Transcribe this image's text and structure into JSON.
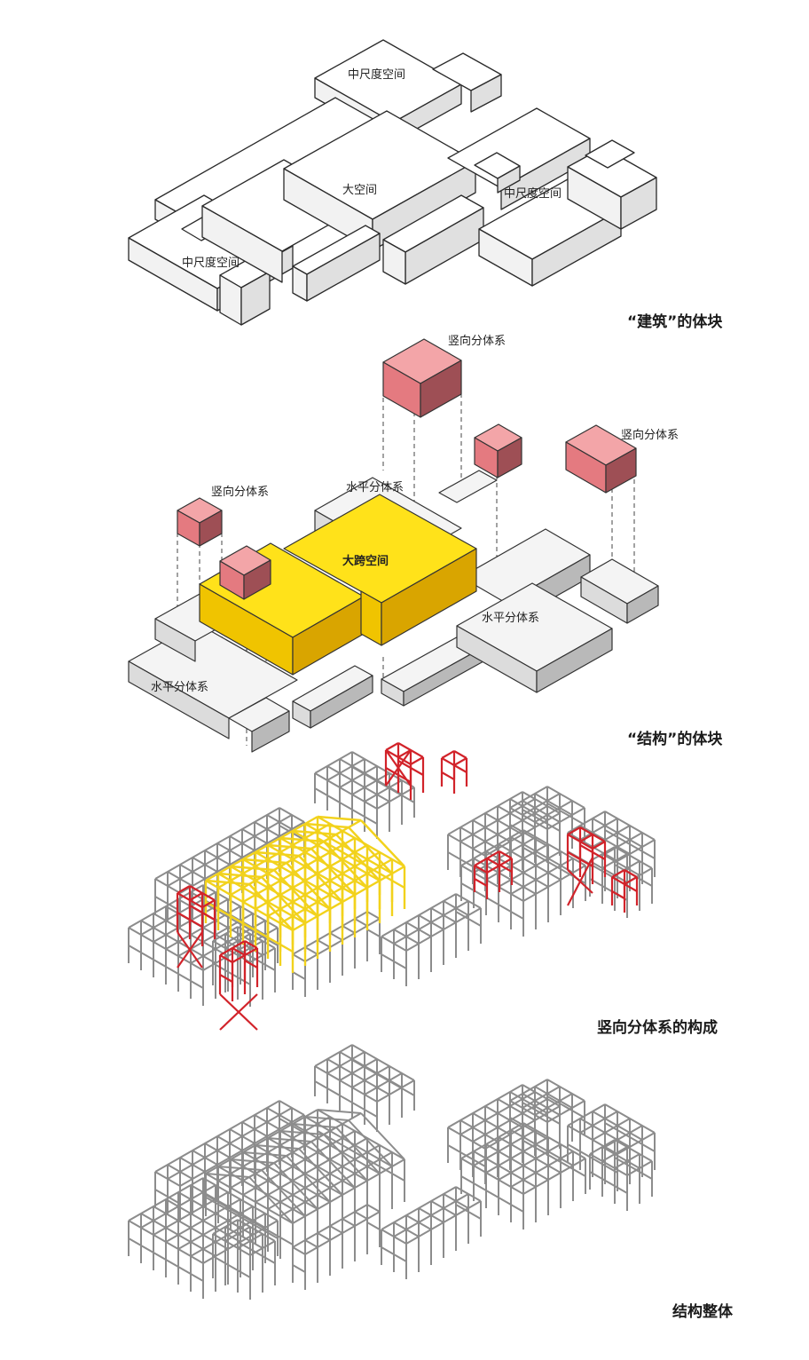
{
  "panel1": {
    "labels": [
      "中尺度空间",
      "大空间",
      "中尺度空间",
      "中尺度空间"
    ],
    "caption": "“建筑”的体块"
  },
  "panel2": {
    "labels": {
      "vertical": [
        "竖向分体系",
        "竖向分体系",
        "竖向分体系"
      ],
      "horizontal": [
        "水平分体系",
        "水平分体系",
        "水平分体系"
      ],
      "large_span": "大跨空间"
    },
    "caption": "“结构”的体块"
  },
  "panel3": {
    "caption": "竖向分体系的构成"
  },
  "panel4": {
    "caption": "结构整体"
  },
  "colors": {
    "large_span_yellow": "#ffe21a",
    "vertical_red": "#e47a80",
    "horizontal_grey": "#dcdcdc",
    "frame_grey": "#8c8c8c",
    "frame_red": "#d2232a",
    "frame_yellow": "#f2d21c"
  }
}
